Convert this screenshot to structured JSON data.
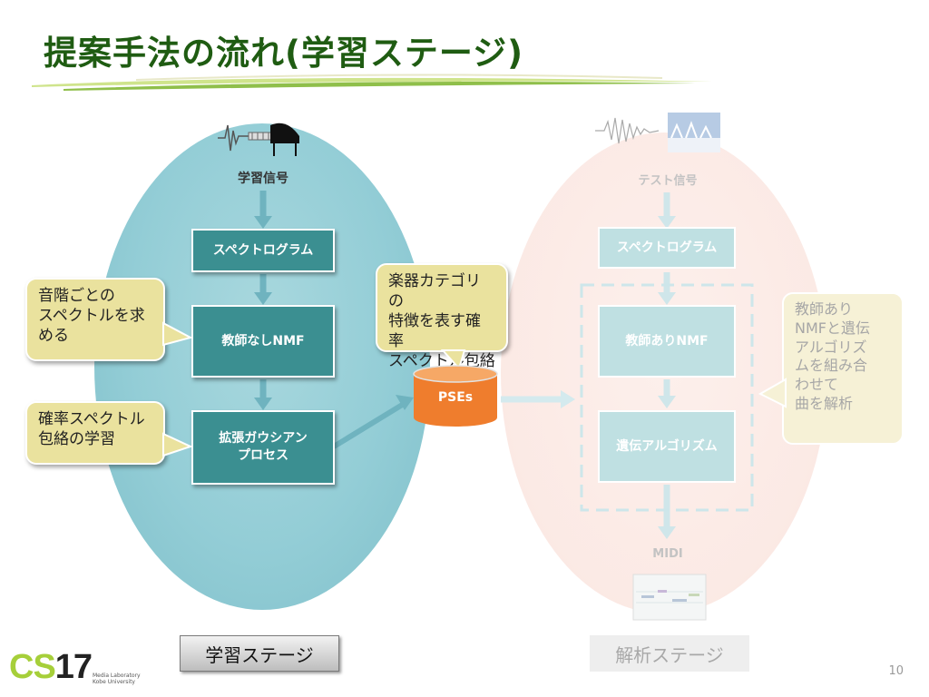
{
  "title": "提案手法の流れ(学習ステージ)",
  "learning_stage": {
    "input_label": "学習信号",
    "step1": "スペクトログラム",
    "step2": "教師なしNMF",
    "step3_line1": "拡張ガウシアン",
    "step3_line2": "プロセス",
    "callout1_lines": [
      "音階ごとの",
      "スペクトルを求",
      "める"
    ],
    "callout2_lines": [
      "確率スペクトル",
      "包絡の学習"
    ],
    "stage_label": "学習ステージ"
  },
  "center": {
    "callout_lines": [
      "楽器カテゴリの",
      "特徴を表す確率",
      "スペクトル包絡"
    ],
    "database_label": "PSEs"
  },
  "analysis_stage": {
    "input_label": "テスト信号",
    "step1": "スペクトログラム",
    "step2": "教師ありNMF",
    "step3": "遺伝アルゴリズム",
    "output_label": "MIDI",
    "callout_lines": [
      "教師あり",
      "NMFと遺伝",
      "アルゴリズ",
      "ムを組み合",
      "わせて",
      "曲を解析"
    ],
    "stage_label": "解析ステージ"
  },
  "footer": {
    "logo_prefix": "CS",
    "logo_number": "17",
    "logo_sub_lines": [
      "Media Laboratory",
      "Kobe University"
    ],
    "page_number": "10"
  },
  "colors": {
    "title": "#1f5c12",
    "box": "#3b8f91",
    "callout": "#eae29e",
    "database": "#ef7d2d",
    "arrow": "#6fb3bf"
  }
}
